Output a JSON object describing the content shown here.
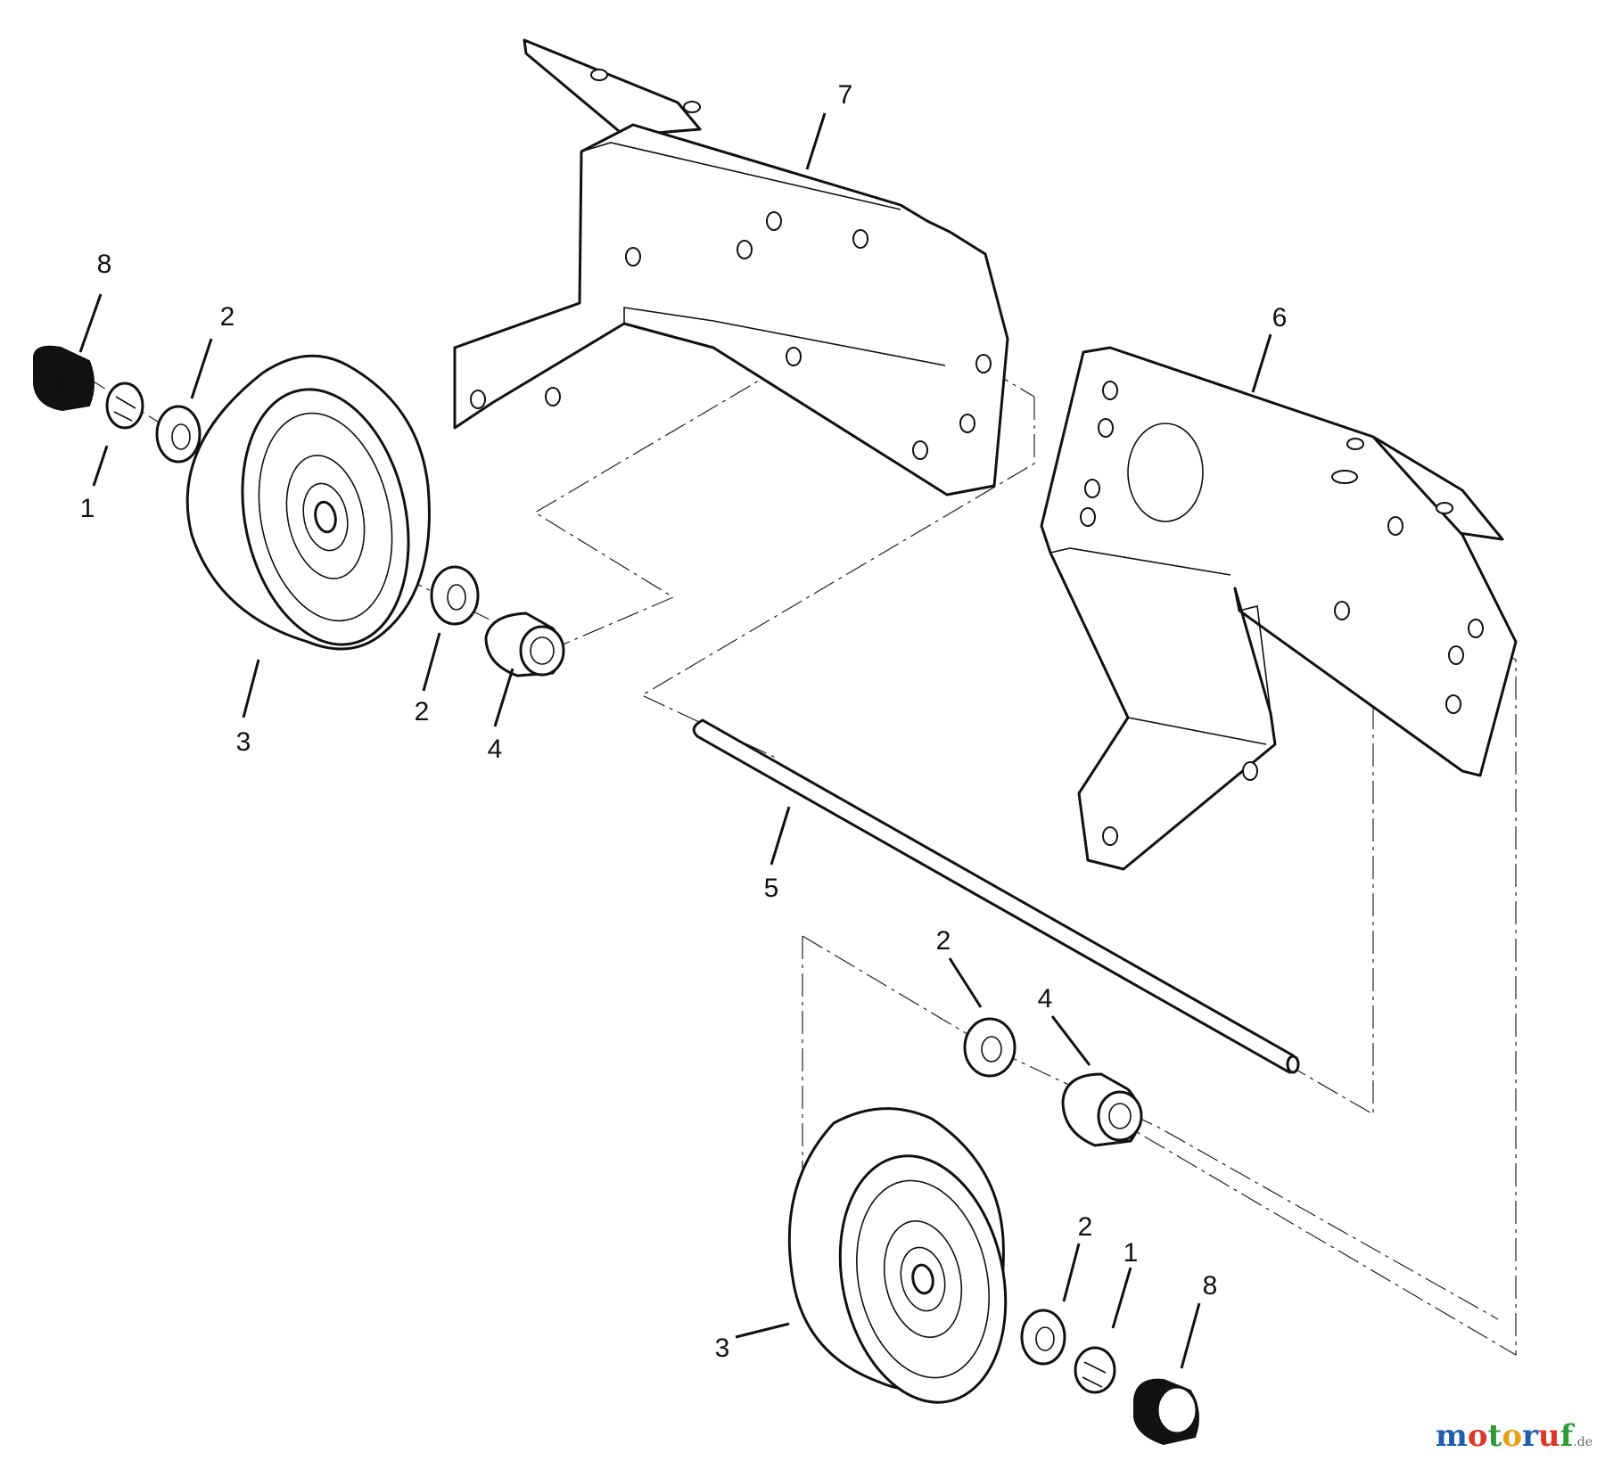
{
  "callouts": {
    "c1a": "1",
    "c2a": "2",
    "c8a": "8",
    "c3a": "3",
    "c2b": "2",
    "c4a": "4",
    "c7": "7",
    "c6": "6",
    "c5": "5",
    "c2c": "2",
    "c4b": "4",
    "c3b": "3",
    "c2d": "2",
    "c1b": "1",
    "c8b": "8"
  },
  "watermark": {
    "m": "m",
    "o1": "o",
    "t": "t",
    "o2": "o",
    "r": "r",
    "u": "u",
    "f": "f",
    "suffix": ".de"
  },
  "colors": {
    "line": "#111111",
    "background": "#ffffff",
    "wm_m": "#1f5fae",
    "wm_o1": "#d93a2b",
    "wm_t": "#2e9b3a",
    "wm_o2": "#e3a21a",
    "wm_r": "#1f5fae",
    "wm_u": "#d93a2b",
    "wm_f": "#2e9b3a"
  }
}
